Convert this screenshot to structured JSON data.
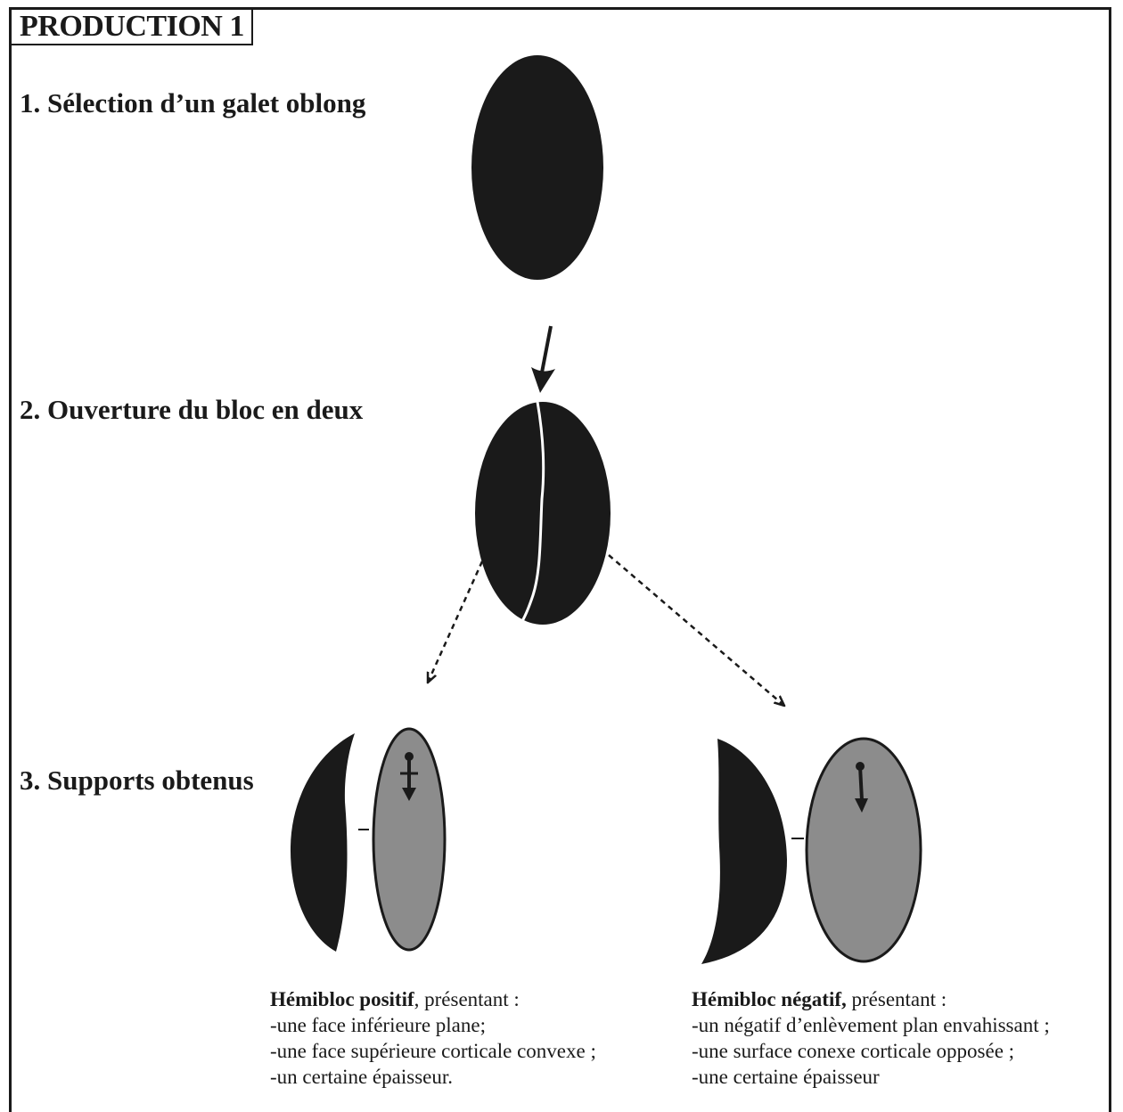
{
  "title": "PRODUCTION 1",
  "steps": [
    "1. Sélection d’un galet oblong",
    "2. Ouverture du bloc en deux",
    "3. Supports obtenus"
  ],
  "captions": {
    "positif": {
      "heading_bold": "Hémibloc positif",
      "heading_rest": ", présentant :",
      "lines": [
        "-une face inférieure plane;",
        "-une face supérieure corticale convexe ;",
        "-un certaine épaisseur."
      ]
    },
    "negatif": {
      "heading_bold": "Hémibloc négatif,",
      "heading_rest": " présentant :",
      "lines": [
        "-un négatif d’enlèvement plan envahissant ;",
        "-une surface conexe corticale opposée ;",
        "-une certaine épaisseur"
      ]
    }
  },
  "colors": {
    "block": "#1a1a1a",
    "face": "#8c8c8c",
    "line": "#1a1a1a"
  }
}
